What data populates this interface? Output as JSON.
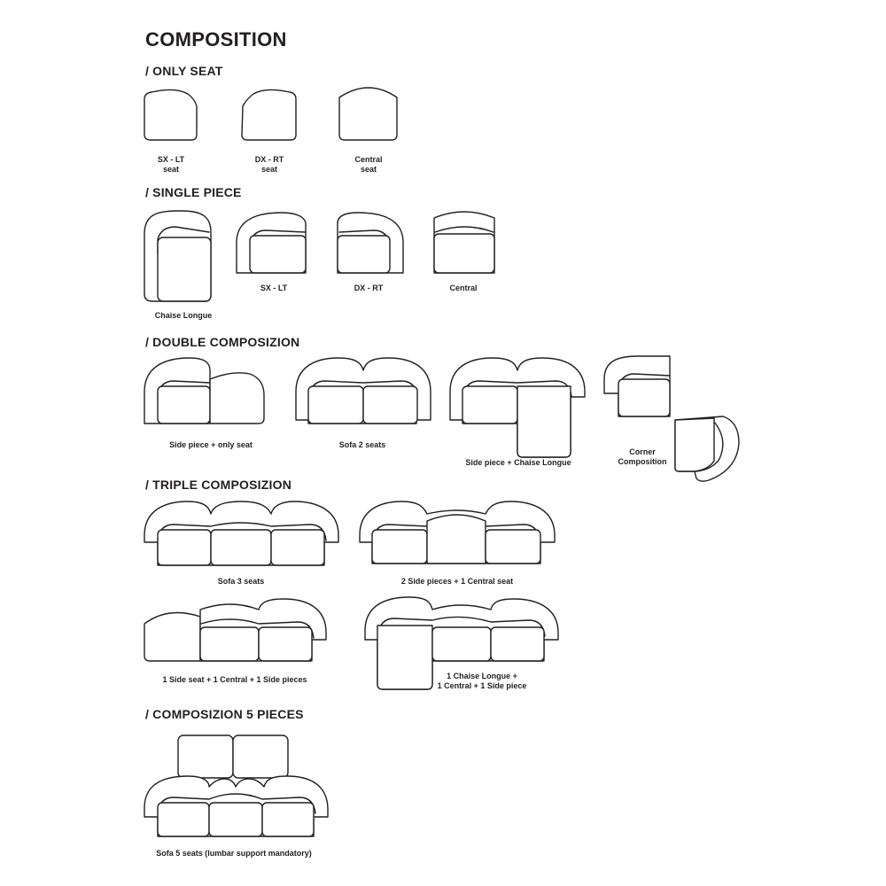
{
  "title": "COMPOSITION",
  "sections": {
    "only_seat": "/ ONLY SEAT",
    "single_piece": "/ SINGLE PIECE",
    "double": "/ DOUBLE COMPOSIZION",
    "triple": "/ TRIPLE COMPOSIZION",
    "five": "/ COMPOSIZION 5 PIECES"
  },
  "captions": {
    "sx_lt_seat_1": "SX - LT",
    "sx_lt_seat_2": "seat",
    "dx_rt_seat_1": "DX - RT",
    "dx_rt_seat_2": "seat",
    "central_seat_1": "Central",
    "central_seat_2": "seat",
    "chaise_longue": "Chaise Longue",
    "sx_lt": "SX - LT",
    "dx_rt": "DX - RT",
    "central": "Central",
    "side_only_seat": "Side piece + only seat",
    "sofa_2": "Sofa 2 seats",
    "side_chaise": "Side piece + Chaise Longue",
    "corner_1": "Corner",
    "corner_2": "Composition",
    "sofa_3": "Sofa 3 seats",
    "two_side_central": "2 Side pieces + 1 Central seat",
    "side_seat_central_side": "1 Side seat  + 1 Central + 1 Side pieces",
    "chaise_central_side_1": "1 Chaise Longue +",
    "chaise_central_side_2": "1 Central + 1 Side piece",
    "sofa_5": "Sofa 5 seats (lumbar support mandatory)"
  }
}
